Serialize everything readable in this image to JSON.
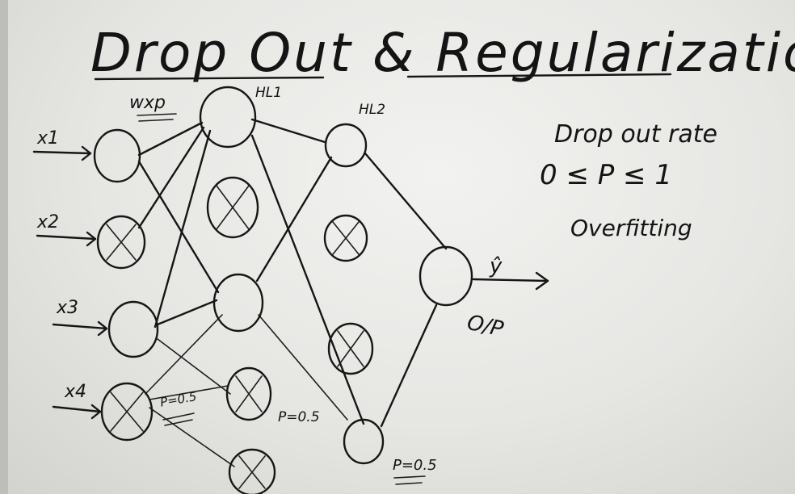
{
  "title": "Drop Out & Regularization",
  "labels": {
    "wxp": "wxp",
    "hl1": "HL1",
    "hl2": "HL2",
    "x1": "x1",
    "x2": "x2",
    "x3": "x3",
    "x4": "x4",
    "yhat": "ŷ",
    "output": "O/P",
    "p_input": "P=0.5",
    "p_hidden": "P=0.5",
    "p_hl2": "P=0.5"
  },
  "notes": {
    "line1": "Drop out rate",
    "line2": "0 ≤ P ≤ 1",
    "line3": "Overfitting"
  },
  "colors": {
    "ink": "#161616",
    "board": "#ecece9"
  }
}
